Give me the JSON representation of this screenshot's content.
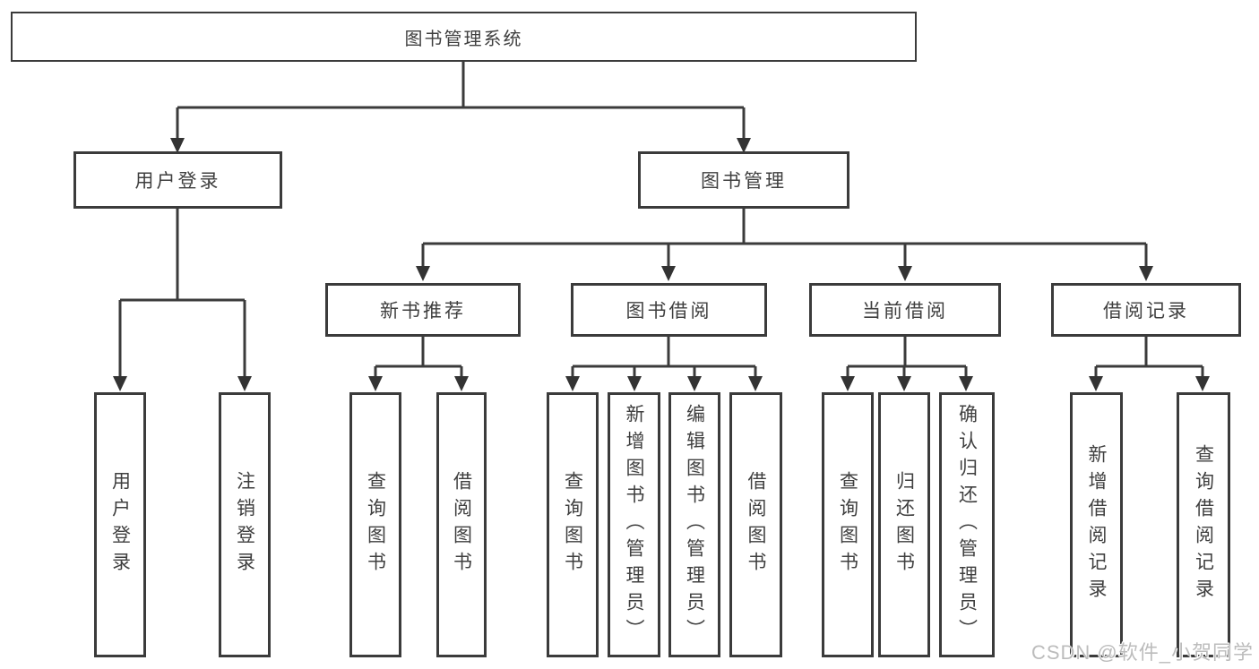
{
  "diagram": {
    "root": {
      "label": "图书管理系统"
    },
    "level2": {
      "user_login": {
        "label": "用户登录"
      },
      "book_mgmt": {
        "label": "图书管理"
      }
    },
    "level3": {
      "new_books": {
        "label": "新书推荐"
      },
      "book_borrow": {
        "label": "图书借阅"
      },
      "current_borrow": {
        "label": "当前借阅"
      },
      "borrow_record": {
        "label": "借阅记录"
      }
    },
    "leaves": {
      "user_login": {
        "label": "用户登录"
      },
      "logout": {
        "label": "注销登录"
      },
      "query_books_1": {
        "label": "查询图书"
      },
      "borrow_books_1": {
        "label": "借阅图书"
      },
      "query_books_2": {
        "label": "查询图书"
      },
      "add_books_admin": {
        "label": "新增图书（管理员）"
      },
      "edit_books_admin": {
        "label": "编辑图书（管理员）"
      },
      "borrow_books_2": {
        "label": "借阅图书"
      },
      "query_books_3": {
        "label": "查询图书"
      },
      "return_books": {
        "label": "归还图书"
      },
      "confirm_return_admin": {
        "label": "确认归还（管理员）"
      },
      "add_borrow_record": {
        "label": "新增借阅记录"
      },
      "query_borrow_record": {
        "label": "查询借阅记录"
      }
    },
    "watermark": "CSDN @软件_小贺同学",
    "colors": {
      "line": "#3b3b3b",
      "text": "#3f3f3f",
      "box_fill": "#ffffff",
      "watermark": "#bcbcbc",
      "background": "#ffffff"
    }
  }
}
